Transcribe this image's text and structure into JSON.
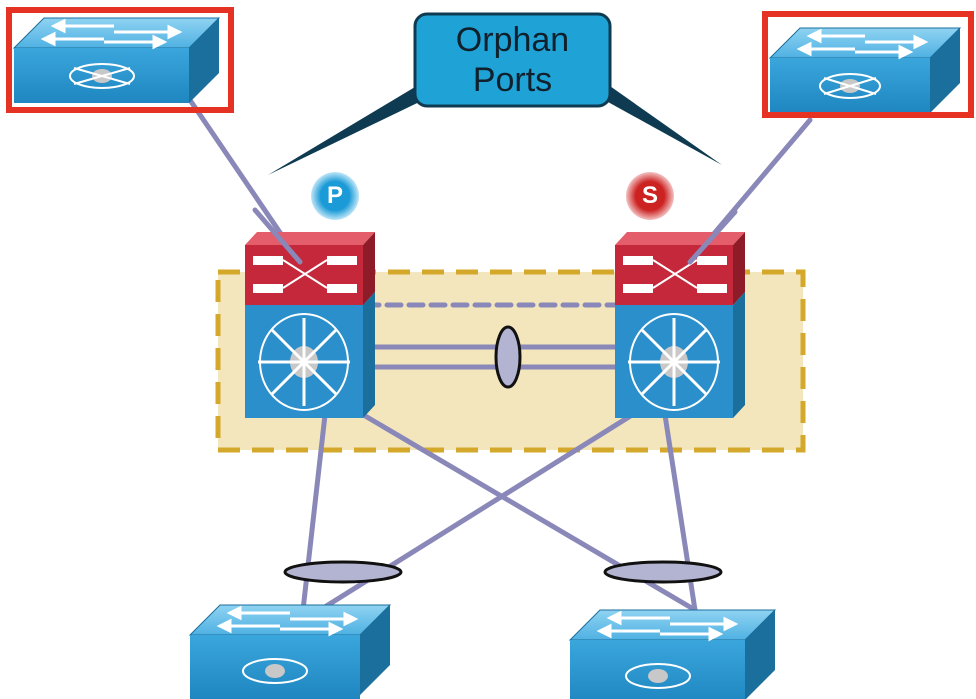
{
  "callout": {
    "line1": "Orphan",
    "line2": "Ports"
  },
  "primary_badge": {
    "label": "P",
    "color": "#1a9ad6"
  },
  "secondary_badge": {
    "label": "S",
    "color": "#cc2222"
  },
  "colors": {
    "switch_blue": "#2f9bd3",
    "switch_side": "#1a6f9c",
    "switch_top": "#6fc3ea",
    "nexus_red": "#c4283a",
    "vpc_domain_fill": "#f3e6bd",
    "vpc_domain_border": "#d4a82a",
    "link": "#8a88b8",
    "orphan_highlight": "#e53222",
    "callout_fill": "#1fa3d6"
  }
}
